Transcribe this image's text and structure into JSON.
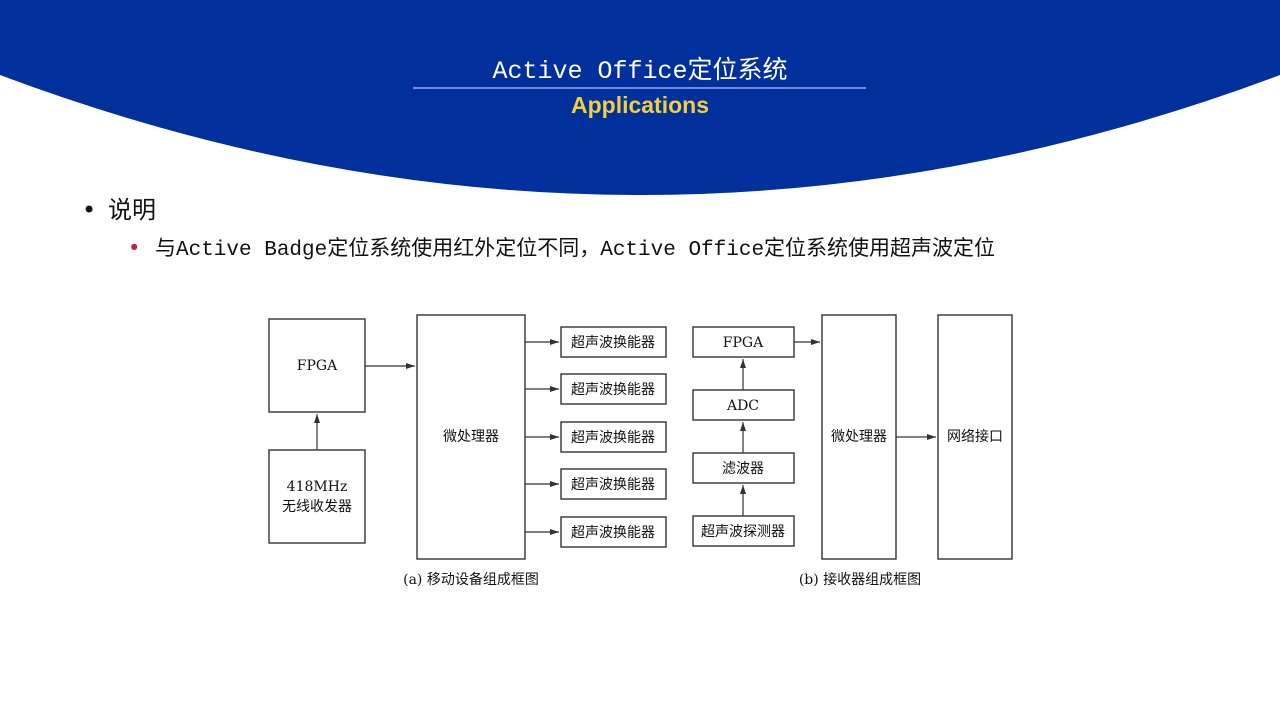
{
  "slide": {
    "title": "Active Office定位系统",
    "subtitle": "Applications",
    "bullet1": "说明",
    "bullet2": "与Active Badge定位系统使用红外定位不同，Active Office定位系统使用超声波定位",
    "colors": {
      "header": "#01309c",
      "subtitle": "#f2cf3b",
      "sub_bullet": "#c0262c"
    }
  },
  "diagram": {
    "a": {
      "fpga": "FPGA",
      "transceiver_line1": "418MHz",
      "transceiver_line2": "无线收发器",
      "mcu": "微处理器",
      "transducers": [
        "超声波换能器",
        "超声波换能器",
        "超声波换能器",
        "超声波换能器",
        "超声波换能器"
      ],
      "caption": "(a) 移动设备组成框图"
    },
    "b": {
      "fpga": "FPGA",
      "adc": "ADC",
      "filter": "滤波器",
      "detector": "超声波探测器",
      "mcu": "微处理器",
      "network": "网络接口",
      "caption": "(b) 接收器组成框图"
    }
  }
}
